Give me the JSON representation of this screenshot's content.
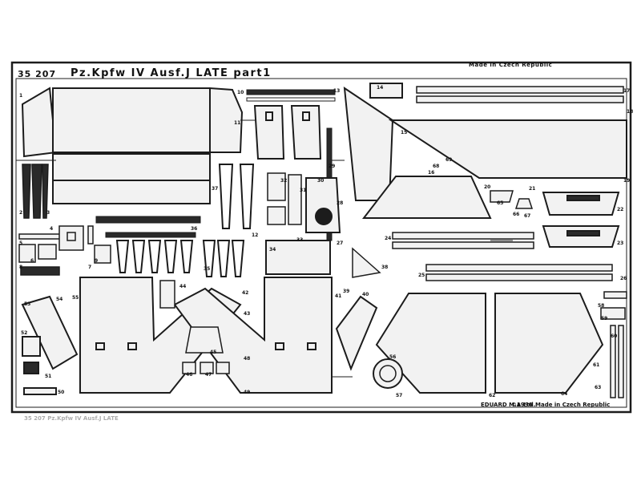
{
  "sheet": {
    "product_code": "35 207",
    "title": "Pz.Kpfw IV Ausf.J LATE part1",
    "top_right_text": "Made in Czech Republic",
    "bottom_maker": "EDUARD M.A.Ltd.",
    "bottom_year": "©1996",
    "bottom_origin": "Made in Czech Republic",
    "bottom_left_text": "35 207 Pz.Kpfw IV Ausf.J LATE"
  },
  "colors": {
    "background": "#ffffff",
    "fret": "#1c1c1c",
    "part_fill": "#f2f2f2"
  },
  "part_numbers": [
    "1",
    "2",
    "3",
    "4",
    "5",
    "6",
    "7",
    "8",
    "9",
    "10",
    "11",
    "12",
    "13",
    "14",
    "15",
    "16",
    "17",
    "18",
    "19",
    "20",
    "21",
    "22",
    "23",
    "24",
    "25",
    "26",
    "27",
    "28",
    "29",
    "30",
    "31",
    "32",
    "33",
    "34",
    "35",
    "36",
    "37",
    "38",
    "39",
    "40",
    "41",
    "42",
    "43",
    "44",
    "45",
    "46",
    "47",
    "48",
    "49",
    "50",
    "51",
    "52",
    "53",
    "54",
    "55",
    "56",
    "57",
    "58",
    "59",
    "60",
    "61",
    "62",
    "63",
    "64",
    "65",
    "66",
    "67",
    "68",
    "69"
  ]
}
